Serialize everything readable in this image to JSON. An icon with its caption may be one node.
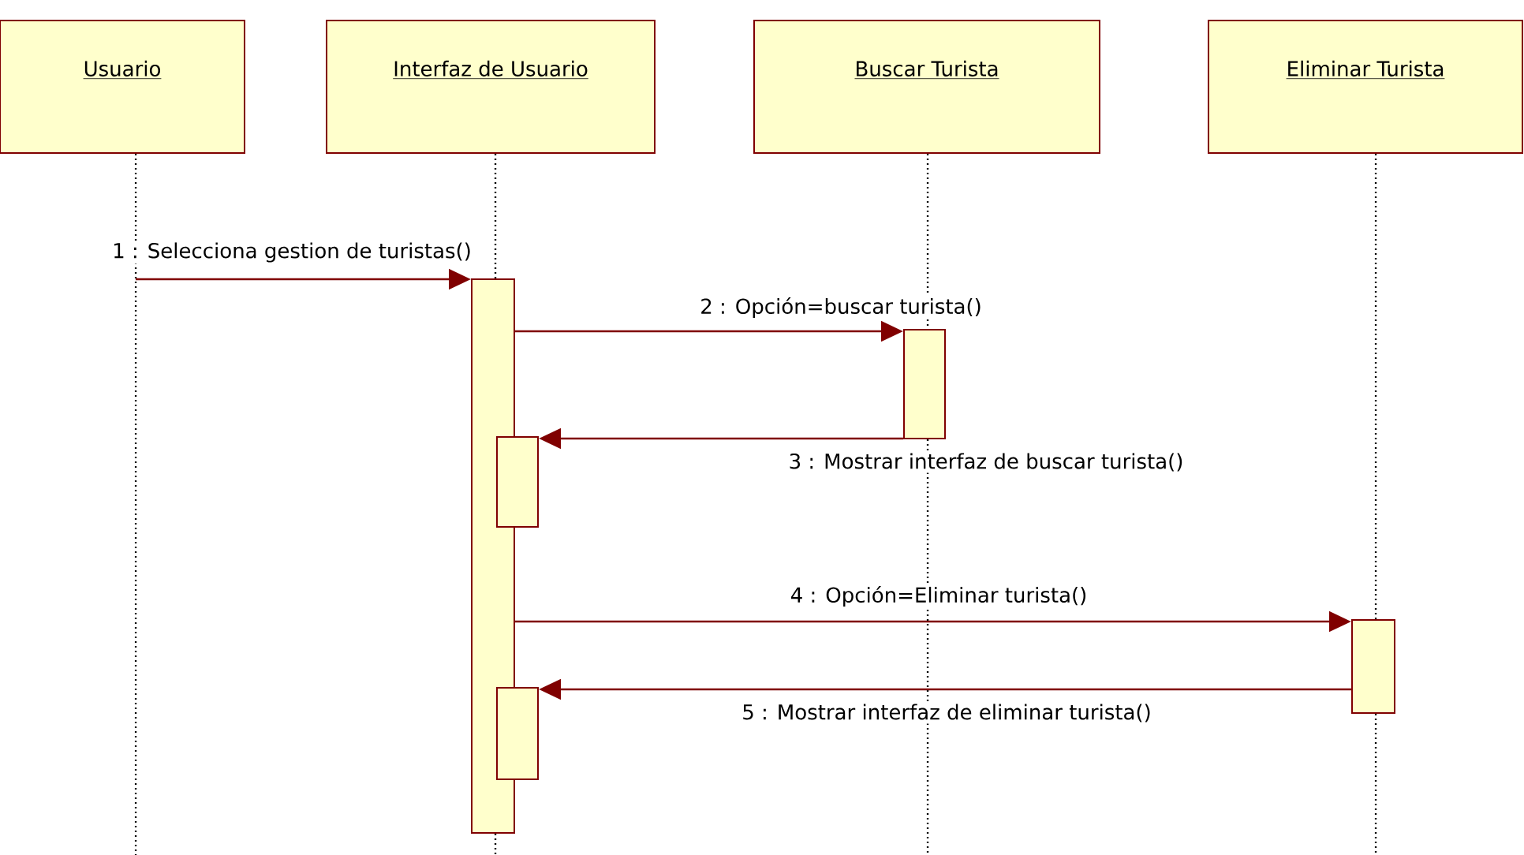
{
  "diagram": {
    "nodes": [
      {
        "text": [
          "Usuario"
        ]
      },
      {
        "text": [
          "Interfaz de Usuario"
        ]
      },
      {
        "text": [
          "Buscar Turista"
        ]
      },
      {
        "text": [
          "Eliminar Turista"
        ]
      },
      {
        "text": [],
        "shape": "bar"
      },
      {
        "text": [],
        "shape": "bar"
      },
      {
        "text": [],
        "shape": "bar"
      },
      {
        "text": [],
        "shape": "bar"
      },
      {
        "text": [],
        "shape": "bar"
      }
    ],
    "edges": [
      {
        "from": null,
        "to": 4,
        "arrow": "to",
        "label": "1 : Selecciona gestion de turistas()"
      },
      {
        "from": 4,
        "to": 5,
        "arrow": "to",
        "label": "2 : Opción=buscar turista()"
      },
      {
        "from": 5,
        "to": 6,
        "arrow": "to",
        "label": "3 : Mostrar interfaz de buscar turista()"
      },
      {
        "from": 4,
        "to": 7,
        "arrow": "to",
        "label": "4 : Opción=Eliminar turista()"
      },
      {
        "from": 7,
        "to": 8,
        "arrow": "to",
        "label": "5 : Mostrar interfaz de eliminar turista()"
      },
      {
        "from": 0,
        "to": null,
        "arrow": "none",
        "style": "dashed",
        "color": "#000000"
      },
      {
        "from": 1,
        "to": null,
        "arrow": "none",
        "style": "dashed",
        "color": "#000000"
      },
      {
        "from": 2,
        "to": null,
        "arrow": "none",
        "style": "dashed",
        "color": "#000000"
      },
      {
        "from": 3,
        "to": null,
        "arrow": "none",
        "style": "dashed",
        "color": "#000000"
      }
    ]
  }
}
